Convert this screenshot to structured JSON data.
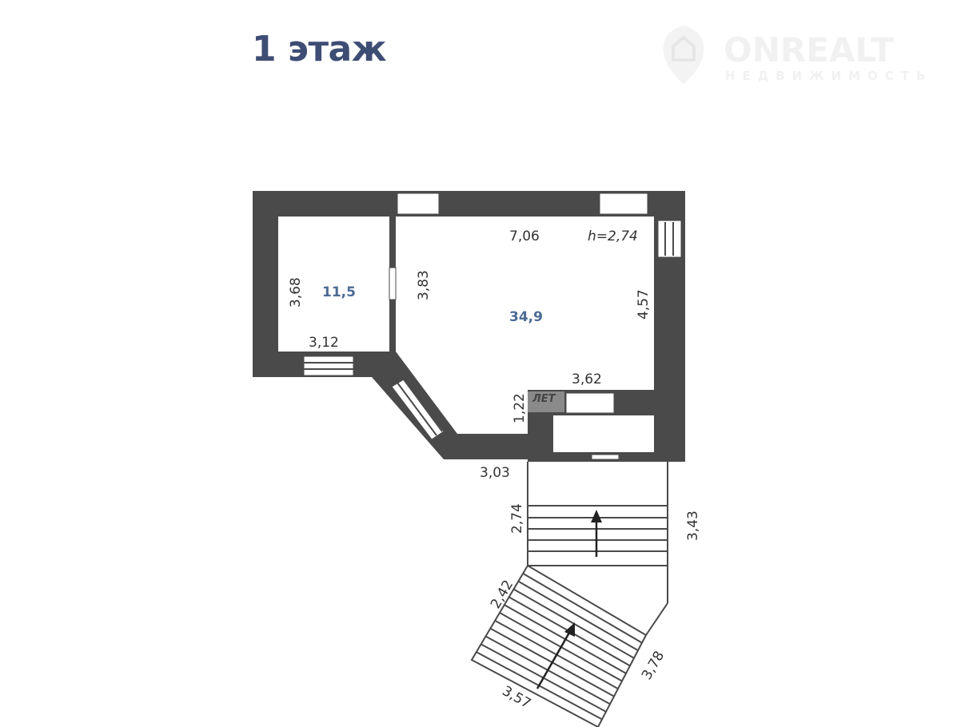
{
  "title": "1 этаж",
  "logo": {
    "name": "ONREALT",
    "tagline": "НЕДВИЖИМОСТЬ"
  },
  "watermark": "ЛЕТ",
  "rooms": [
    {
      "area": "11,5"
    },
    {
      "area": "34,9"
    }
  ],
  "dimensions": {
    "main_width": "7,06",
    "ceiling_height": "h=2,74",
    "left_room_height": "3,68",
    "left_room_width": "3,12",
    "main_left_height": "3,83",
    "main_right_height": "4,57",
    "niche_width": "3,62",
    "niche_depth": "1,22",
    "porch_width": "3,03",
    "stair1_left": "2,74",
    "stair1_right": "3,43",
    "stair2_left": "2,42",
    "stair2_right": "3,78",
    "stair2_bottom": "3,57"
  },
  "colors": {
    "wall": "#4a4a4a",
    "title": "#3e4d74",
    "area": "#4c6a94"
  }
}
